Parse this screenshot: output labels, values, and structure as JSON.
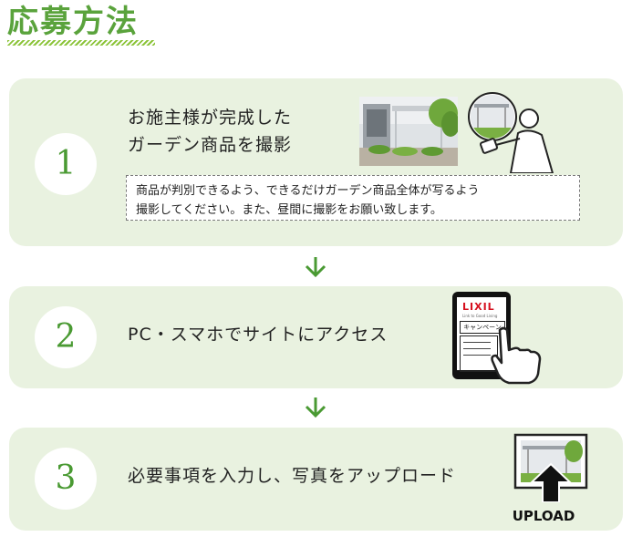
{
  "header": {
    "title": "応募方法"
  },
  "steps": [
    {
      "number": "1",
      "text": "お施主様が完成した\nガーデン商品を撮影",
      "note": "商品が判別できるよう、できるだけガーデン商品全体が写るよう\n撮影してください。また、昼間に撮影をお願い致します。"
    },
    {
      "number": "2",
      "text": "PC・スマホでサイトにアクセス",
      "tablet": {
        "logo": "LIXIL",
        "tagline": "Link to Good Living",
        "banner": "キャンペーン"
      }
    },
    {
      "number": "3",
      "text": "必要事項を入力し、写真をアップロード",
      "upload_label": "UPLOAD"
    }
  ],
  "colors": {
    "accent": "#5aa33c",
    "panel": "#e9f2e0",
    "arrow": "#4a9a33",
    "lixil_red": "#d6101f"
  },
  "icons": [
    "chevron-down-icon",
    "camera-photo-illustration",
    "tablet-hand-illustration",
    "upload-arrow-icon"
  ]
}
